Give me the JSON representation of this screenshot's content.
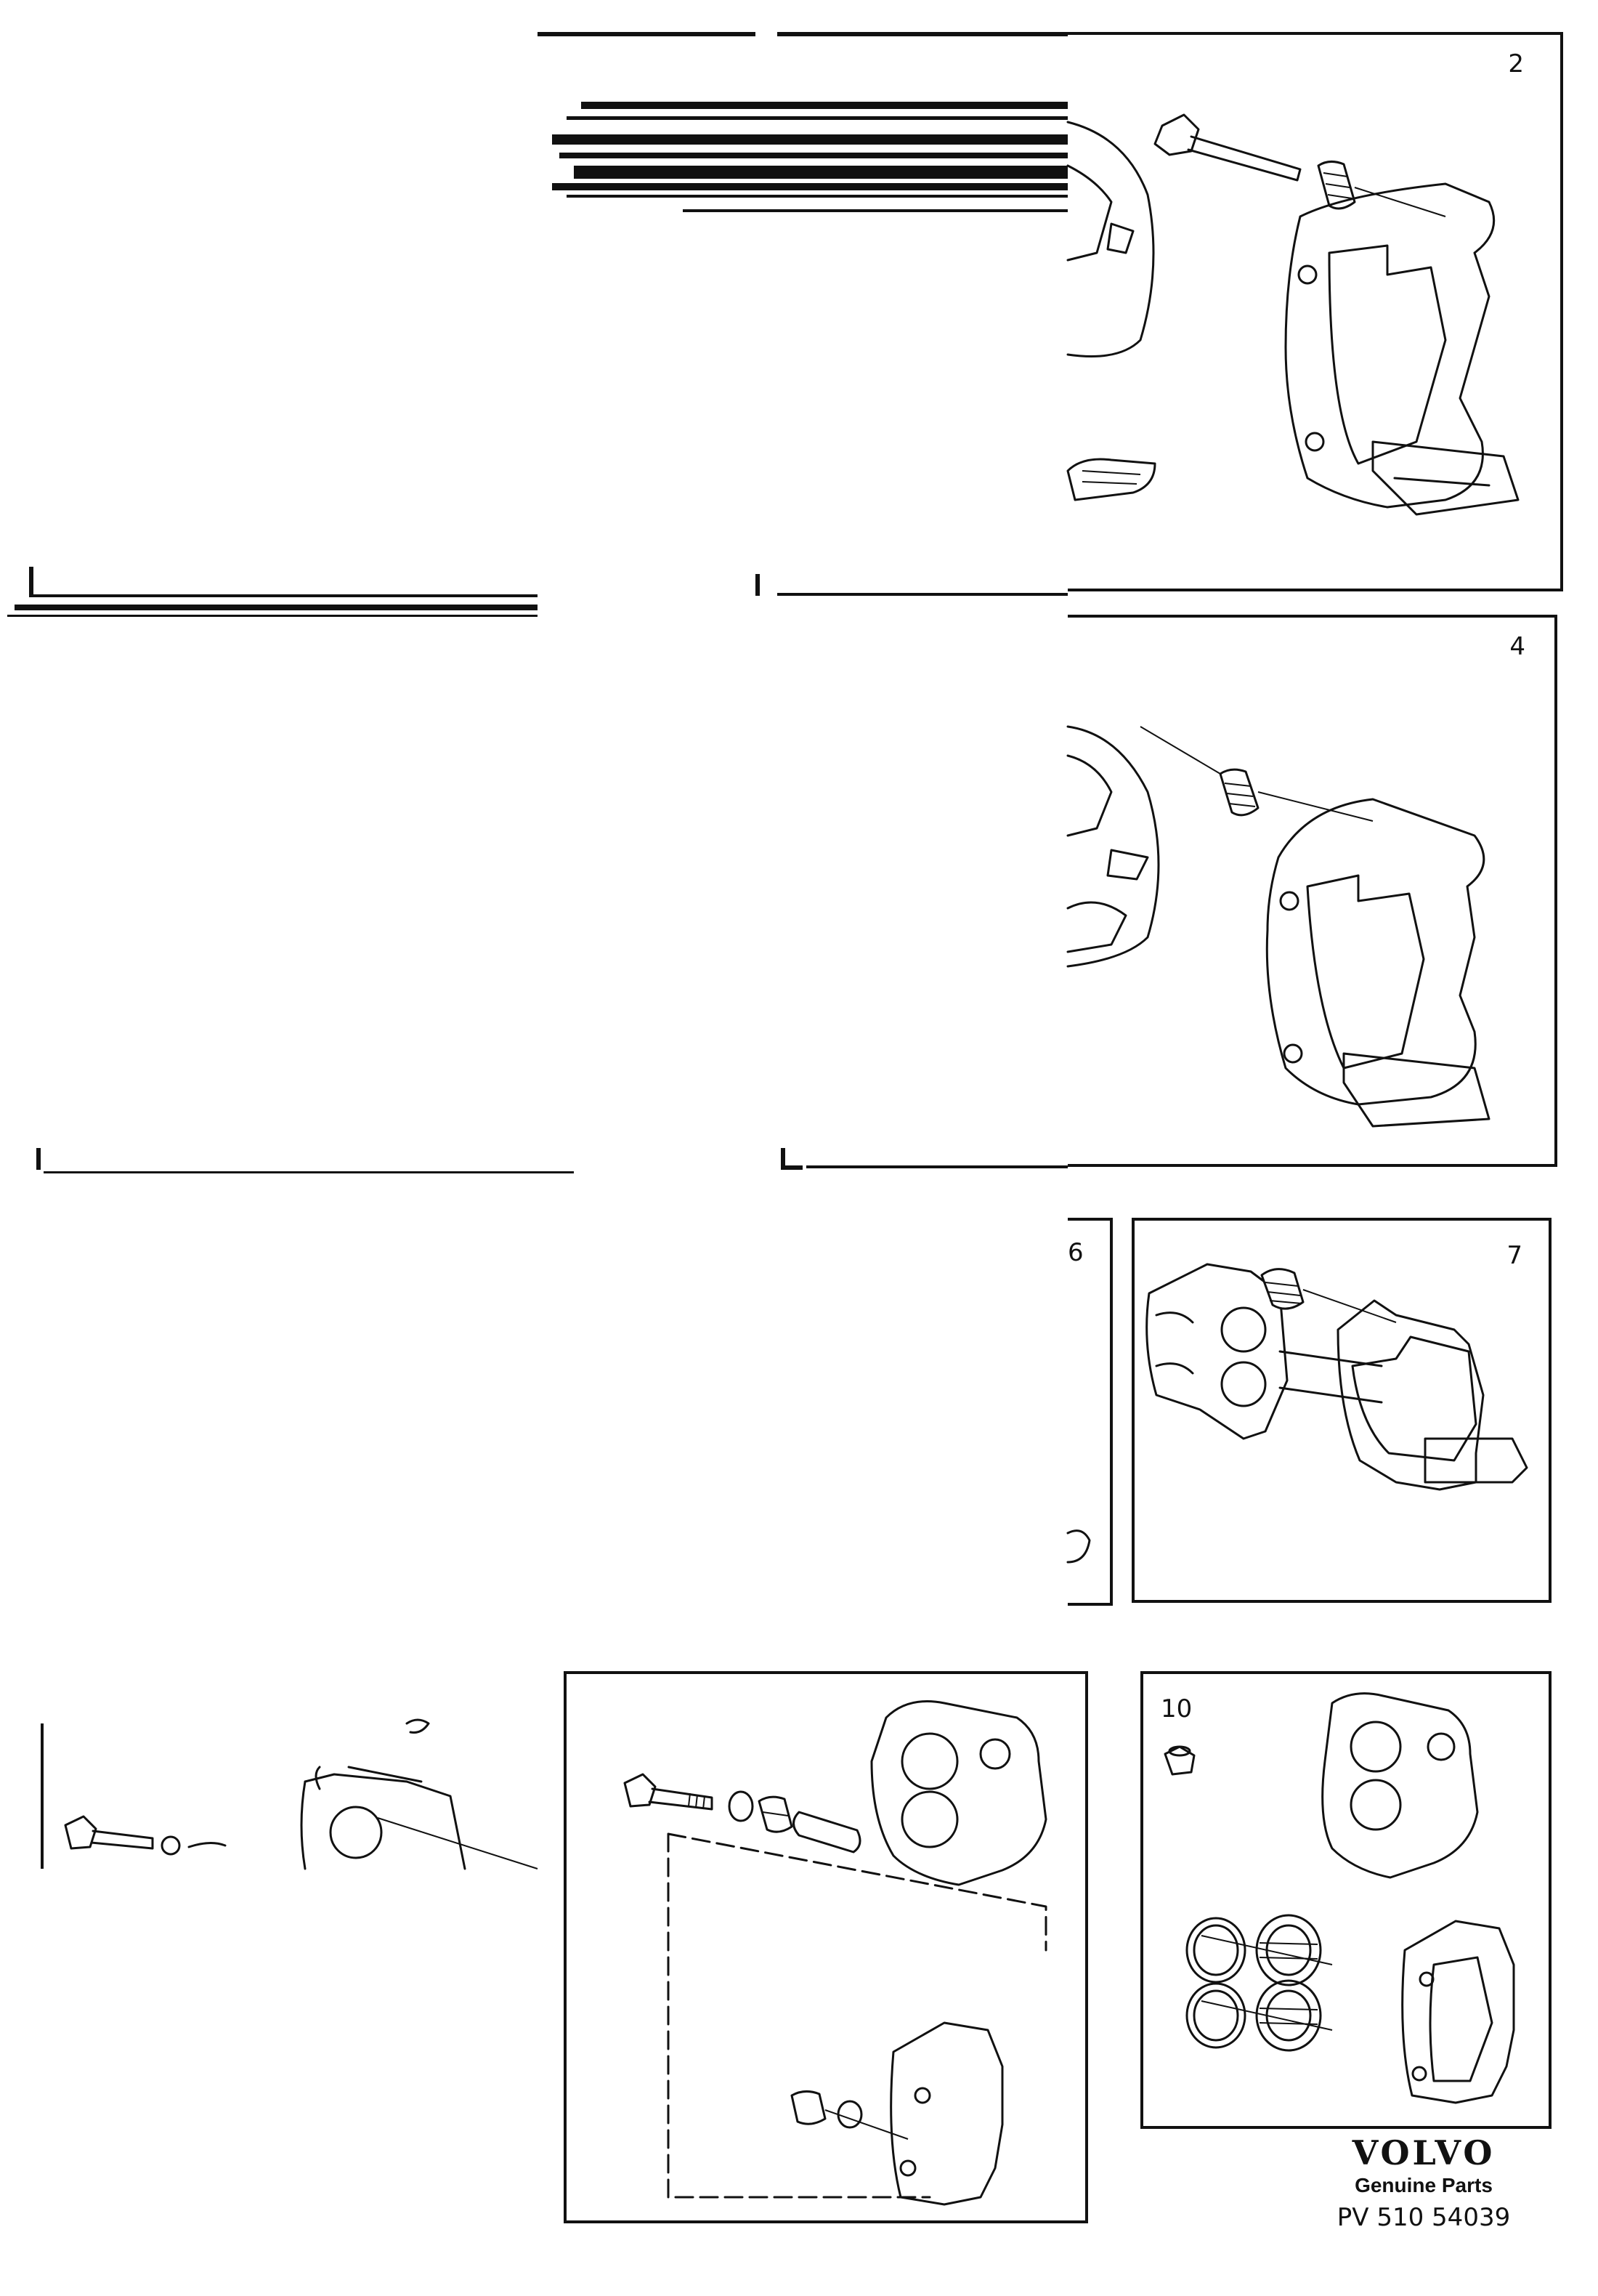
{
  "panels": {
    "p2": {
      "number": "2"
    },
    "p4": {
      "number": "4"
    },
    "p6": {
      "number": "6"
    },
    "p7": {
      "number": "7"
    },
    "p10": {
      "number": "10"
    }
  },
  "footer": {
    "logo_text": "VOLVO",
    "tagline": "Genuine Parts",
    "part_code": "PV 510 54039"
  }
}
